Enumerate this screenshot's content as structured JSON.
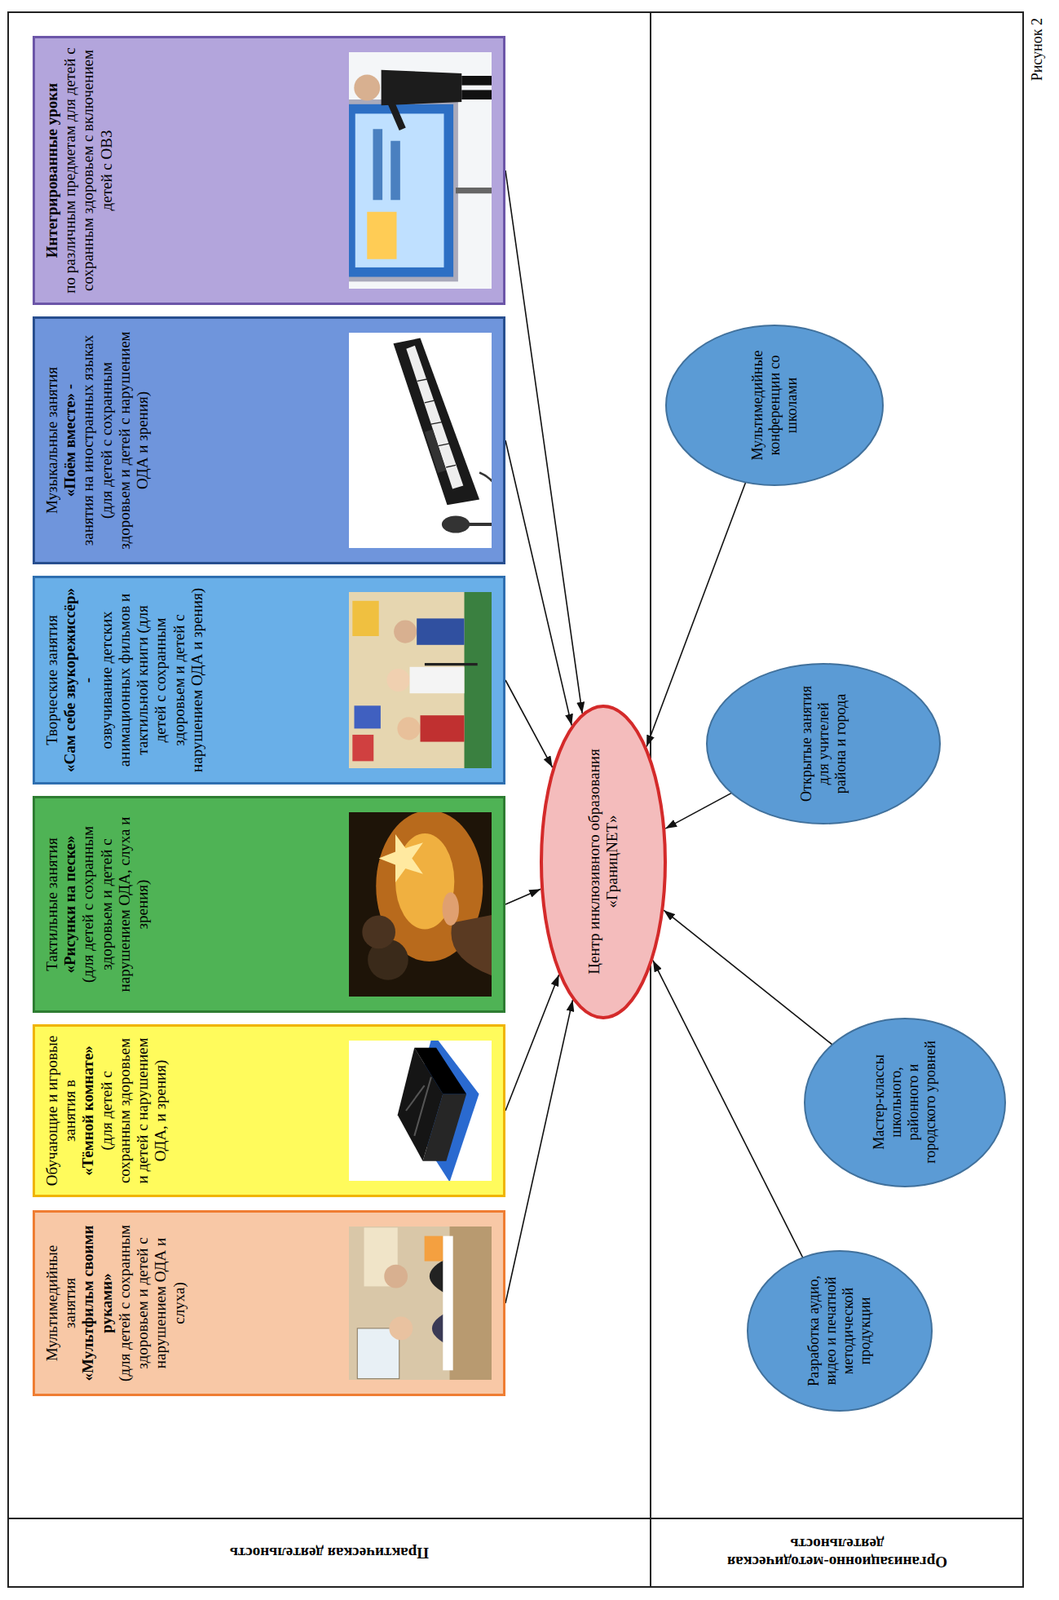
{
  "diagram": {
    "caption": "Рисунок 2",
    "nodes": [
      {
        "text": [
          "Практическая деятельность"
        ]
      },
      {
        "text": [
          "Мультимедийные занятия",
          "«Мультфильм своими руками»",
          "(для детей с сохранным здоровьем и детей с нарушением ОДА и слуха)"
        ]
      },
      {
        "text": [
          "Обучающие и игровые занятия в",
          "«Тёмной комнате»",
          "(для детей с сохранным здоровьем и детей с нарушением ОДА, и зрения)"
        ]
      },
      {
        "text": [
          "Тактильные занятия",
          "«Рисунки на песке»",
          "(для детей с сохранным здоровьем и детей с нарушением ОДА, слуха и зрения)"
        ]
      },
      {
        "text": [
          "Творческие занятия",
          "«Сам себе звукорежиссёр» -",
          "озвучивание детских анимационных фильмов и тактильной книги (для детей с сохранным здоровьем и детей с нарушением ОДА и зрения)"
        ]
      },
      {
        "text": [
          "Музыкальные занятия",
          "«Поём вместе» -",
          "занятия на иностранных языках (для детей с сохранным здоровьем и детей с нарушением ОДА и зрения)"
        ]
      },
      {
        "text": [
          "Интегрированные уроки",
          "по различным предметам для детей с сохранным здоровьем с включением детей с ОВЗ"
        ]
      },
      {
        "text": [
          "Центр инклюзивного образования «ГраницNET»"
        ]
      },
      {
        "text": [
          "Организационно-методическая деятельность"
        ]
      },
      {
        "text": [
          "Разработка аудио, видео и печатной методической продукции"
        ]
      },
      {
        "text": [
          "Мастер-классы школьного, районного и городского уровней"
        ]
      },
      {
        "text": [
          "Открытые занятия для учителей района и города"
        ]
      },
      {
        "text": [
          "Мультимедийные конференции со школами"
        ]
      }
    ],
    "edges": [
      {
        "from": 1,
        "to": 7,
        "arrow": "to"
      },
      {
        "from": 2,
        "to": 7,
        "arrow": "to"
      },
      {
        "from": 3,
        "to": 7,
        "arrow": "to"
      },
      {
        "from": 4,
        "to": 7,
        "arrow": "to"
      },
      {
        "from": 5,
        "to": 7,
        "arrow": "to"
      },
      {
        "from": 6,
        "to": 7,
        "arrow": "to"
      },
      {
        "from": 9,
        "to": 7,
        "arrow": "to"
      },
      {
        "from": 10,
        "to": 7,
        "arrow": "to"
      },
      {
        "from": 11,
        "to": 7,
        "arrow": "to"
      },
      {
        "from": 12,
        "to": 7,
        "arrow": "to"
      }
    ]
  }
}
